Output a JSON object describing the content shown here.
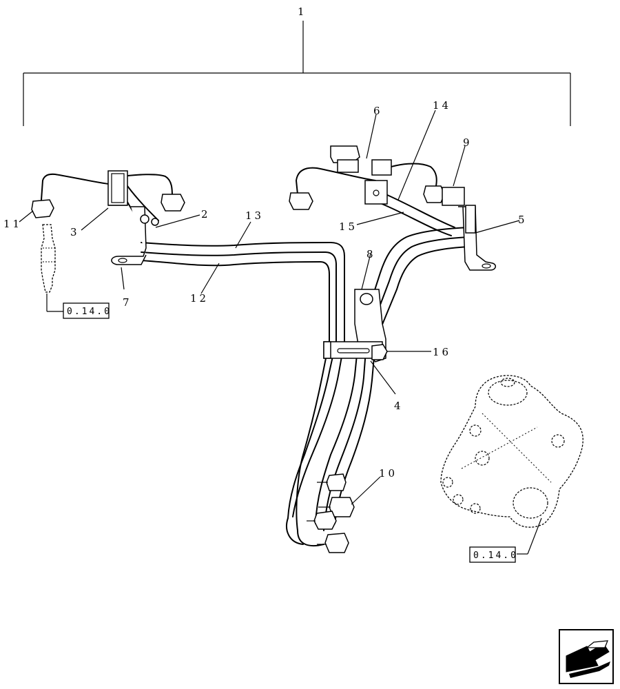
{
  "callouts": {
    "c1": "1",
    "c2": "2",
    "c3": "3",
    "c4": "4",
    "c5": "5",
    "c6": "6",
    "c7": "7",
    "c8": "8",
    "c9": "9",
    "c10": "10",
    "c11": "11",
    "c12": "12",
    "c13": "13",
    "c14": "14",
    "c15": "15",
    "c16": "16"
  },
  "references": {
    "injector_ref": "0.14.0",
    "pump_ref": "0.14.0"
  },
  "icons": {
    "nav": "next-page-arrow-icon"
  }
}
